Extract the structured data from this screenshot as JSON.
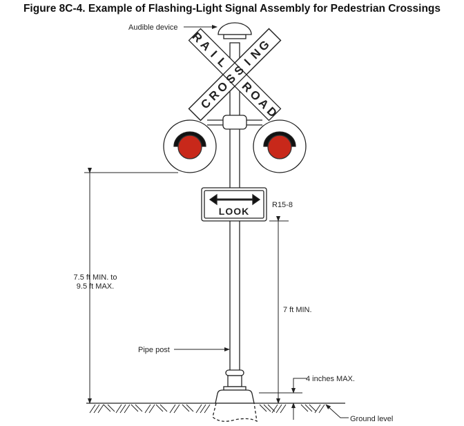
{
  "title": "Figure 8C-4.  Example of Flashing-Light Signal Assembly for Pedestrian Crossings",
  "labels": {
    "audible": "Audible device",
    "sign_code": "R15-8",
    "height_range_1": "7.5 ft MIN. to",
    "height_range_2": "9.5 ft MAX.",
    "min_height": "7 ft MIN.",
    "pipe": "Pipe post",
    "foundation": "4 inches MAX.",
    "ground": "Ground level"
  },
  "crossbuck": {
    "word1": "RAILROAD",
    "word2": "CROSSING"
  },
  "sign": {
    "text": "LOOK"
  },
  "colors": {
    "light": "#c8281a",
    "visor": "#111111"
  }
}
